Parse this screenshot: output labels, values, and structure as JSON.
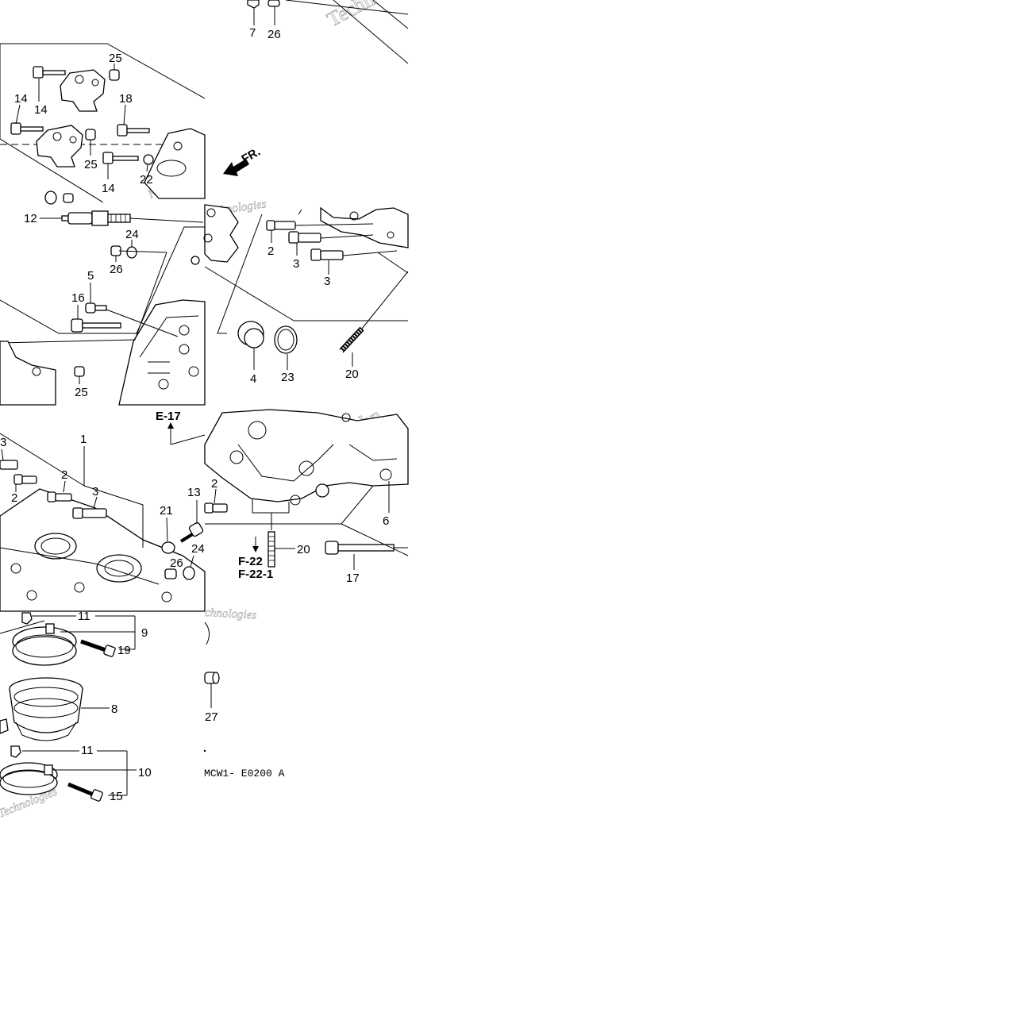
{
  "diagram": {
    "callouts": {
      "c1": "1",
      "c2a": "2",
      "c2b": "2",
      "c2c": "2",
      "c2d": "2",
      "c3a": "3",
      "c3b": "3",
      "c3c": "3",
      "c3d": "3",
      "c4": "4",
      "c5": "5",
      "c6": "6",
      "c7": "7",
      "c8": "8",
      "c9": "9",
      "c10": "10",
      "c11a": "11",
      "c11b": "11",
      "c12": "12",
      "c13": "13",
      "c14a": "14",
      "c14b": "14",
      "c14c": "14",
      "c15": "15",
      "c16": "16",
      "c17": "17",
      "c18": "18",
      "c19": "19",
      "c20a": "20",
      "c20b": "20",
      "c21": "21",
      "c22": "22",
      "c23": "23",
      "c24a": "24",
      "c24b": "24",
      "c25a": "25",
      "c25b": "25",
      "c25c": "25",
      "c26a": "26",
      "c26b": "26",
      "c26c": "26",
      "c27": "27"
    },
    "references": {
      "e17": "E-17",
      "f22": "F-22",
      "f221": "F-22-1"
    },
    "front_marker": "FR.",
    "diagram_code": "MCW1- E0200 A",
    "watermark": {
      "brand_a": "Techn",
      "brand_b": "Technologies",
      "brand_c": "Next",
      "brand_d": "chnologies"
    }
  }
}
